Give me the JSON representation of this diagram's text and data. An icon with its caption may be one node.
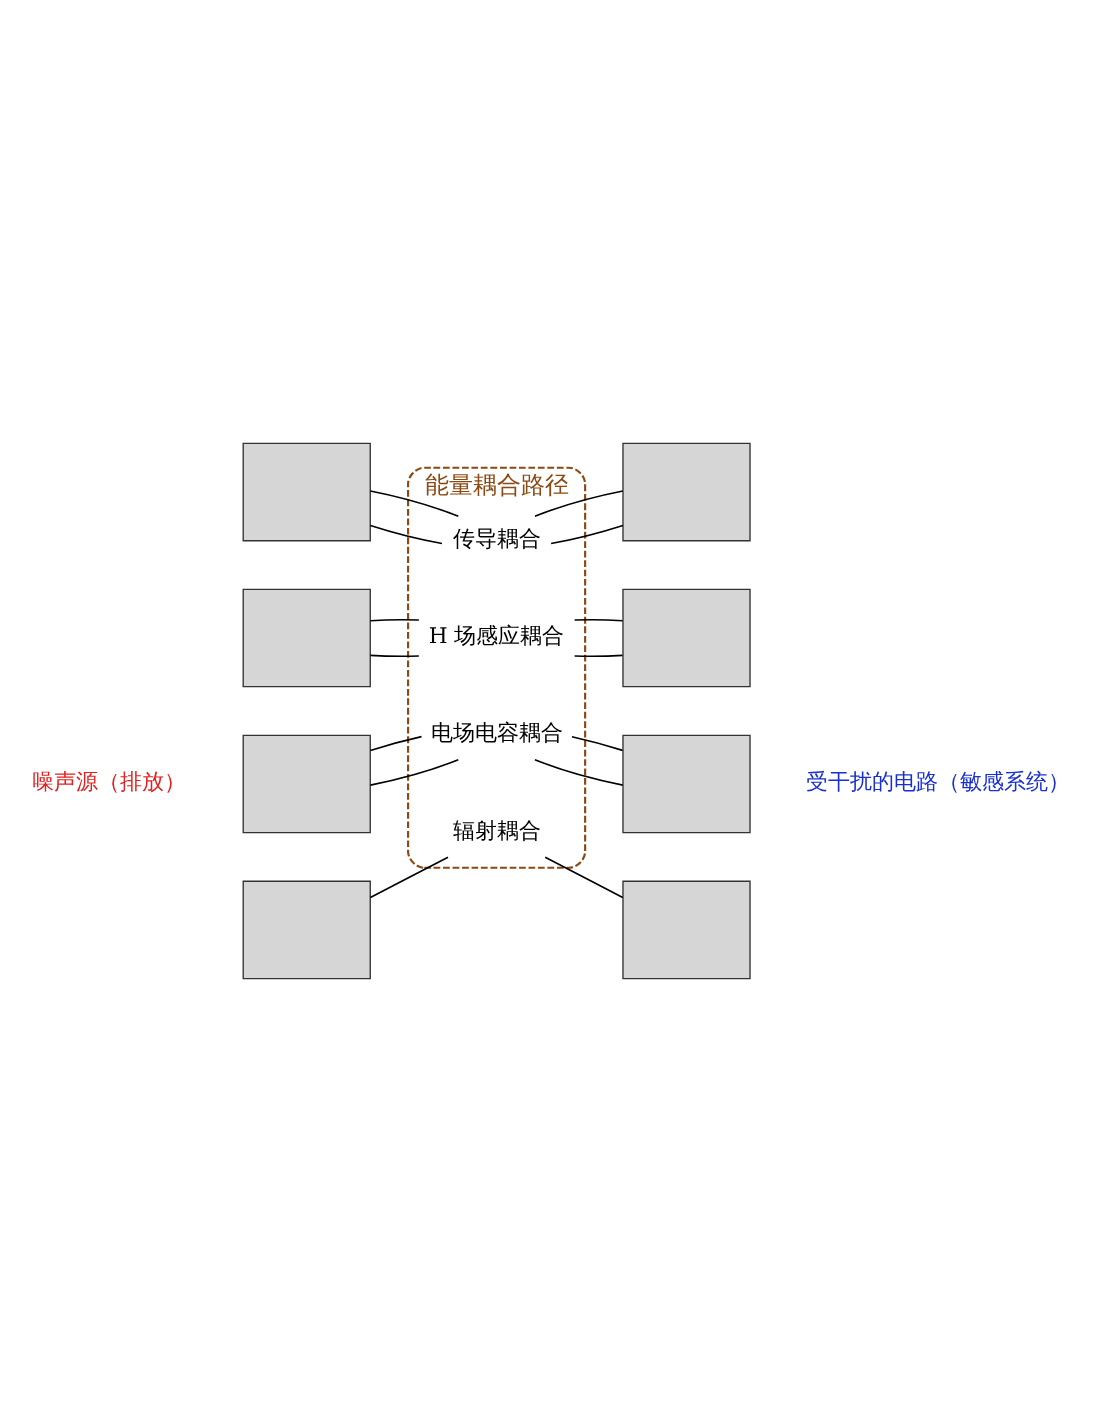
{
  "diagram": {
    "nodes": [
      {
        "text": [
          "能量耦合路径"
        ]
      },
      {
        "text": [
          "传导耦合"
        ],
        "in": 0
      },
      {
        "text": [
          "H 场感应耦合"
        ],
        "in": 0
      },
      {
        "text": [
          "电场电容耦合"
        ],
        "in": 0
      },
      {
        "text": [
          "辐射耦合"
        ],
        "in": 0
      },
      {
        "text": [],
        "shape": "box"
      },
      {
        "text": [],
        "shape": "box"
      },
      {
        "text": [],
        "shape": "box"
      },
      {
        "text": [],
        "shape": "box"
      },
      {
        "text": [],
        "shape": "box"
      },
      {
        "text": [],
        "shape": "box"
      },
      {
        "text": [],
        "shape": "box"
      },
      {
        "text": [],
        "shape": "box"
      }
    ],
    "edges": [
      {
        "from": 5,
        "to": 1,
        "arrow": "none"
      },
      {
        "from": 5,
        "to": 1,
        "arrow": "none"
      },
      {
        "from": 1,
        "to": 9,
        "arrow": "none"
      },
      {
        "from": 1,
        "to": 9,
        "arrow": "none"
      },
      {
        "from": 6,
        "to": 2,
        "arrow": "none"
      },
      {
        "from": 6,
        "to": 2,
        "arrow": "none"
      },
      {
        "from": 2,
        "to": 10,
        "arrow": "none"
      },
      {
        "from": 2,
        "to": 10,
        "arrow": "none"
      },
      {
        "from": 7,
        "to": 3,
        "arrow": "none"
      },
      {
        "from": 7,
        "to": 3,
        "arrow": "none"
      },
      {
        "from": 3,
        "to": 11,
        "arrow": "none"
      },
      {
        "from": 3,
        "to": 11,
        "arrow": "none"
      },
      {
        "from": 8,
        "to": 4,
        "arrow": "none"
      },
      {
        "from": 4,
        "to": 12,
        "arrow": "none"
      }
    ],
    "labels": [
      "噪声源（排放）",
      "受干扰的电路（敏感系统）"
    ]
  }
}
